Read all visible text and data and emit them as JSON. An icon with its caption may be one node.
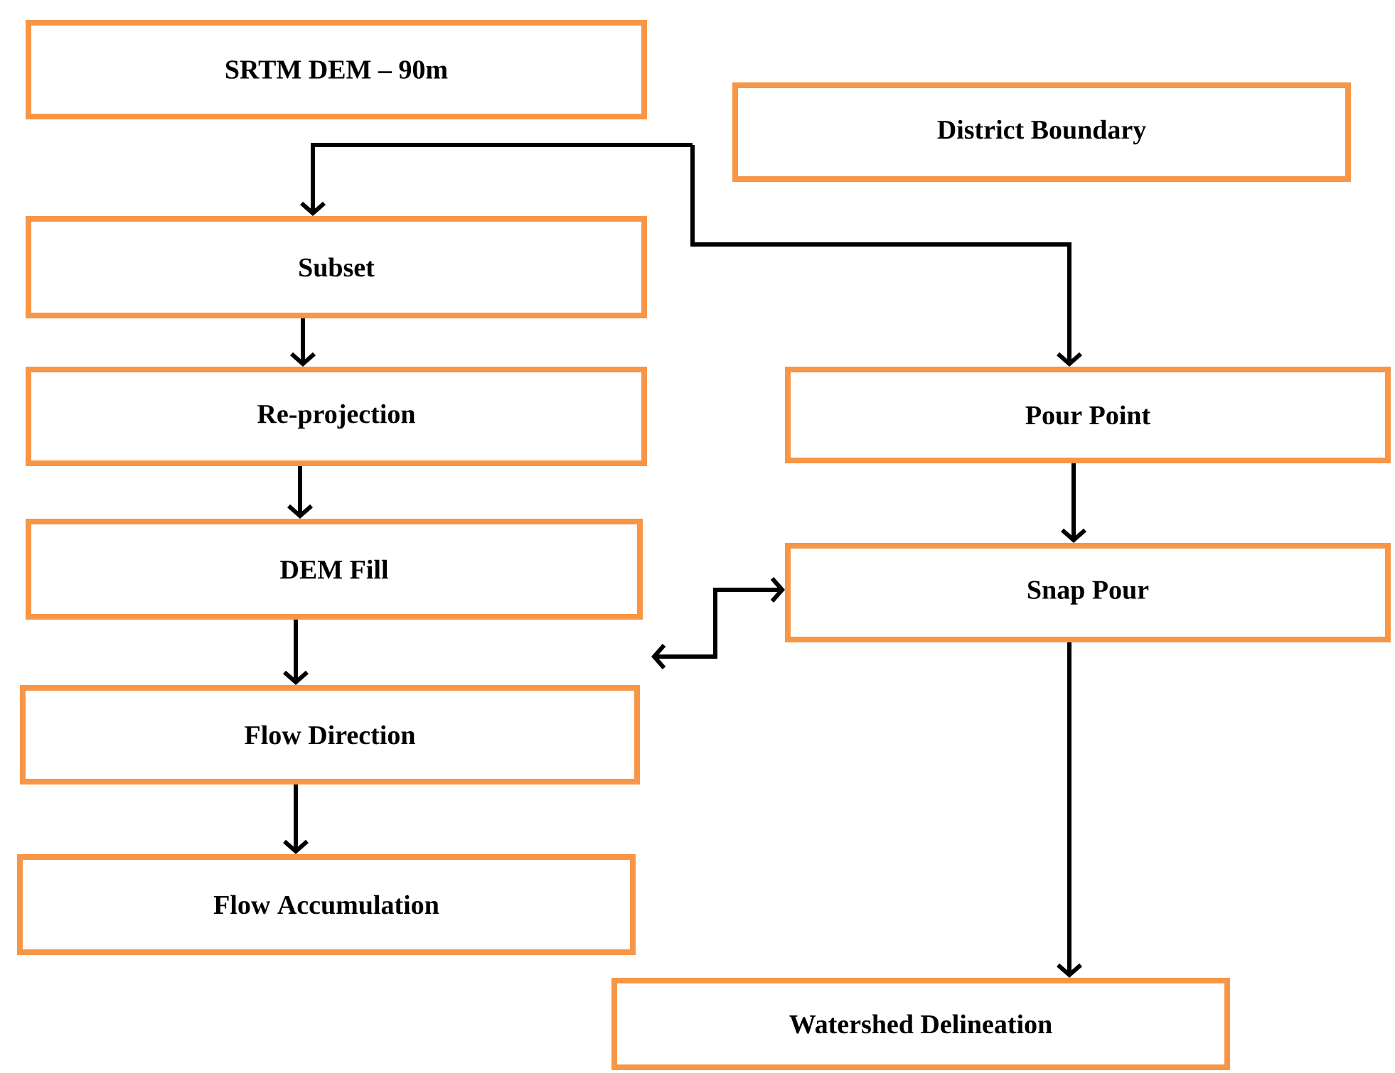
{
  "diagram": {
    "nodes": [
      {
        "text": [
          "SRTM DEM – 90m"
        ]
      },
      {
        "text": [
          "District Boundary"
        ]
      },
      {
        "text": [
          "Subset"
        ]
      },
      {
        "text": [
          "Re-projection"
        ]
      },
      {
        "text": [
          "DEM Fill"
        ]
      },
      {
        "text": [
          "Flow Direction"
        ]
      },
      {
        "text": [
          "Flow Accumulation"
        ]
      },
      {
        "text": [
          "Pour Point"
        ]
      },
      {
        "text": [
          "Snap Pour"
        ]
      },
      {
        "text": [
          "Watershed Delineation"
        ]
      }
    ],
    "edges": [
      {
        "from": null,
        "to": 2,
        "arrow": "to"
      },
      {
        "from": null,
        "to": 7,
        "arrow": "to"
      },
      {
        "from": 2,
        "to": 3,
        "arrow": "to"
      },
      {
        "from": 3,
        "to": 4,
        "arrow": "to"
      },
      {
        "from": 4,
        "to": 5,
        "arrow": "to"
      },
      {
        "from": 5,
        "to": 6,
        "arrow": "to"
      },
      {
        "from": 7,
        "to": 8,
        "arrow": "to"
      },
      {
        "from": 8,
        "to": 9,
        "arrow": "to"
      },
      {
        "from": null,
        "to": 8,
        "arrow": "both"
      }
    ]
  }
}
